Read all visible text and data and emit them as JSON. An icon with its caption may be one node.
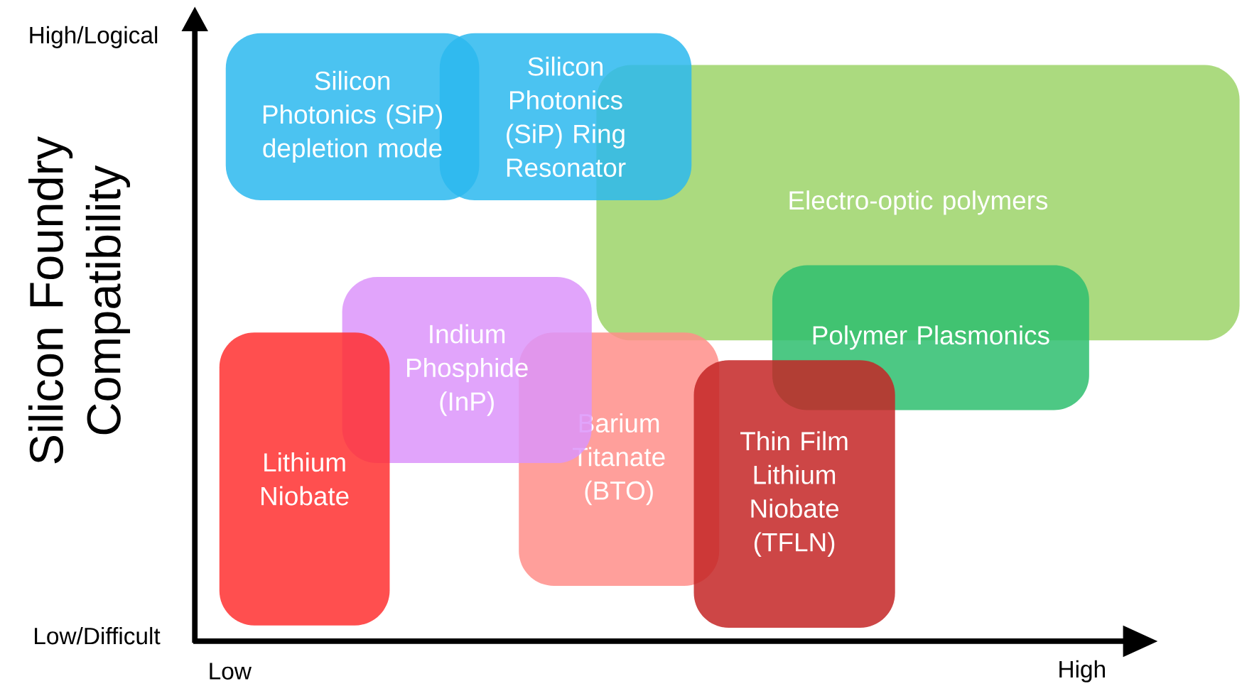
{
  "diagram": {
    "nodes": [
      {
        "text": [
          "Silicon Photonics (SiP) depletion mode"
        ]
      },
      {
        "text": [
          "Silicon Photonics (SiP) Ring Resonator"
        ]
      },
      {
        "text": [
          "Electro-optic polymers"
        ]
      },
      {
        "text": [
          "Polymer Plasmonics"
        ]
      },
      {
        "text": [
          "Indium Phosphide (InP)"
        ]
      },
      {
        "text": [
          "Lithium Niobate"
        ]
      },
      {
        "text": [
          "Barium Titanate (BTO)"
        ]
      },
      {
        "text": [
          "Thin Film Lithium Niobate (TFLN)"
        ]
      }
    ],
    "labels": [
      "High/Logical",
      "Silicon Foundry Compatibility",
      "Low/Difficult",
      "Low",
      "High"
    ]
  }
}
